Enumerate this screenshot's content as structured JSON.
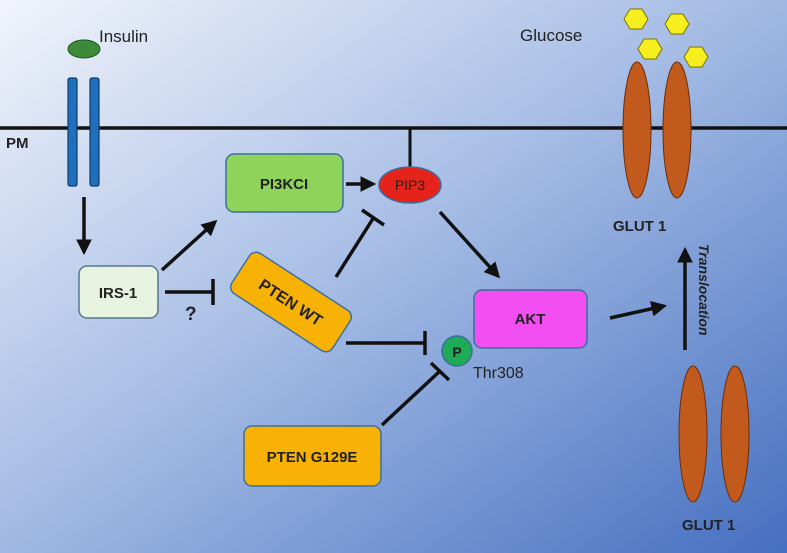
{
  "labels": {
    "insulin": "Insulin",
    "glucose": "Glucose",
    "pm": "PM",
    "question": "?",
    "thr308": "Thr308",
    "translocation": "Translocation",
    "glut1_top": "GLUT 1",
    "glut1_bottom": "GLUT 1"
  },
  "nodes": {
    "irs1": "IRS-1",
    "pi3kci": "PI3KCI",
    "pip3": "PIP3",
    "pten_wt": "PTEN WT",
    "akt": "AKT",
    "phospho": "P",
    "pten_g129e": "PTEN G129E"
  },
  "colors": {
    "bg_light": "#eef2fa",
    "bg_dark": "#4a74c2",
    "receptor": "#1f6fbd",
    "insulin": "#3f8a3a",
    "glucose": "#f6ee1f",
    "glut": "#c15a1c",
    "irs1_fill": "#e9f3e2",
    "pi3kci_fill": "#8fd35a",
    "pip3_fill": "#e6231b",
    "pten_fill": "#f7b205",
    "akt_fill": "#f24ef1",
    "p_fill": "#1faa56"
  }
}
